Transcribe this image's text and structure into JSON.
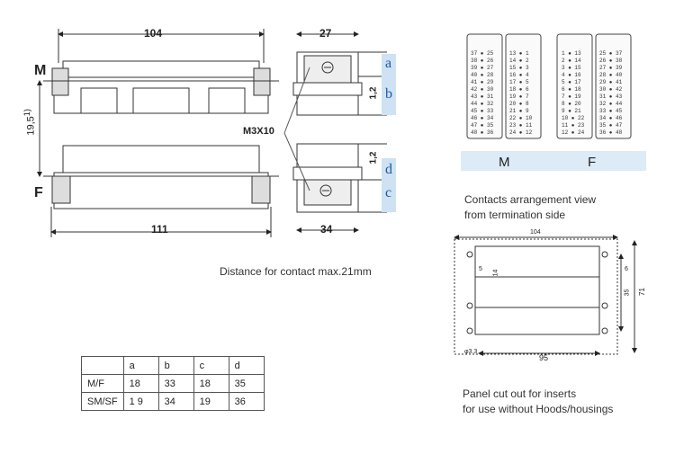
{
  "connector": {
    "dim_top_length": "104",
    "dim_top_width": "27",
    "dim_bottom_length": "111",
    "dim_bottom_width": "34",
    "dim_height": "19,5",
    "dim_height_note": "1)",
    "dim_a": "a",
    "dim_b": "b",
    "dim_c": "c",
    "dim_d": "d",
    "dim_12_top": "1,2",
    "dim_12_bottom": "1,2",
    "label_m": "M",
    "label_f": "F",
    "screw_label": "M3X10"
  },
  "pin_arrangement": {
    "label_m": "M",
    "label_f": "F",
    "m_left": [
      "37 ● 25",
      "38 ● 26",
      "39 ● 27",
      "40 ● 28",
      "41 ● 29",
      "42 ● 30",
      "43 ● 31",
      "44 ● 32",
      "45 ● 33",
      "46 ● 34",
      "47 ● 35",
      "48 ● 36"
    ],
    "m_right": [
      "13 ● 1",
      "14 ● 2",
      "15 ● 3",
      "16 ● 4",
      "17 ● 5",
      "18 ● 6",
      "19 ● 7",
      "20 ● 8",
      "21 ● 9",
      "22 ● 10",
      "23 ● 11",
      "24 ● 12"
    ],
    "f_left": [
      "1 ● 13",
      "2 ● 14",
      "3 ● 15",
      "4 ● 16",
      "5 ● 17",
      "6 ● 18",
      "7 ● 19",
      "8 ● 20",
      "9 ● 21",
      "10 ● 22",
      "11 ● 23",
      "12 ● 24"
    ],
    "f_right": [
      "25 ● 37",
      "26 ● 38",
      "27 ● 39",
      "28 ● 40",
      "29 ● 41",
      "30 ● 42",
      "31 ● 43",
      "32 ● 44",
      "33 ● 45",
      "34 ● 46",
      "35 ● 47",
      "36 ● 48"
    ],
    "caption_line1": "Contacts arrangement view",
    "caption_line2": "from termination side"
  },
  "distance_note": "Distance for contact max.21mm",
  "panel_cutout": {
    "dim_104": "104",
    "dim_95": "95",
    "dim_71": "71",
    "dim_35": "35",
    "dim_6": "6",
    "dim_5": "5",
    "dim_14": "14",
    "dim_hole": "φ3.3",
    "caption_line1": "Panel cut out for inserts",
    "caption_line2": "for use without Hoods/housings"
  },
  "dims_table": {
    "headers": [
      "",
      "a",
      "b",
      "c",
      "d"
    ],
    "rows": [
      [
        "M/F",
        "18",
        "33",
        "18",
        "35"
      ],
      [
        "SM/SF",
        "1 9",
        "34",
        "19",
        "36"
      ]
    ]
  },
  "colors": {
    "accent_blue": "#1a5aa8",
    "panel_bg": "#dcebf6"
  }
}
